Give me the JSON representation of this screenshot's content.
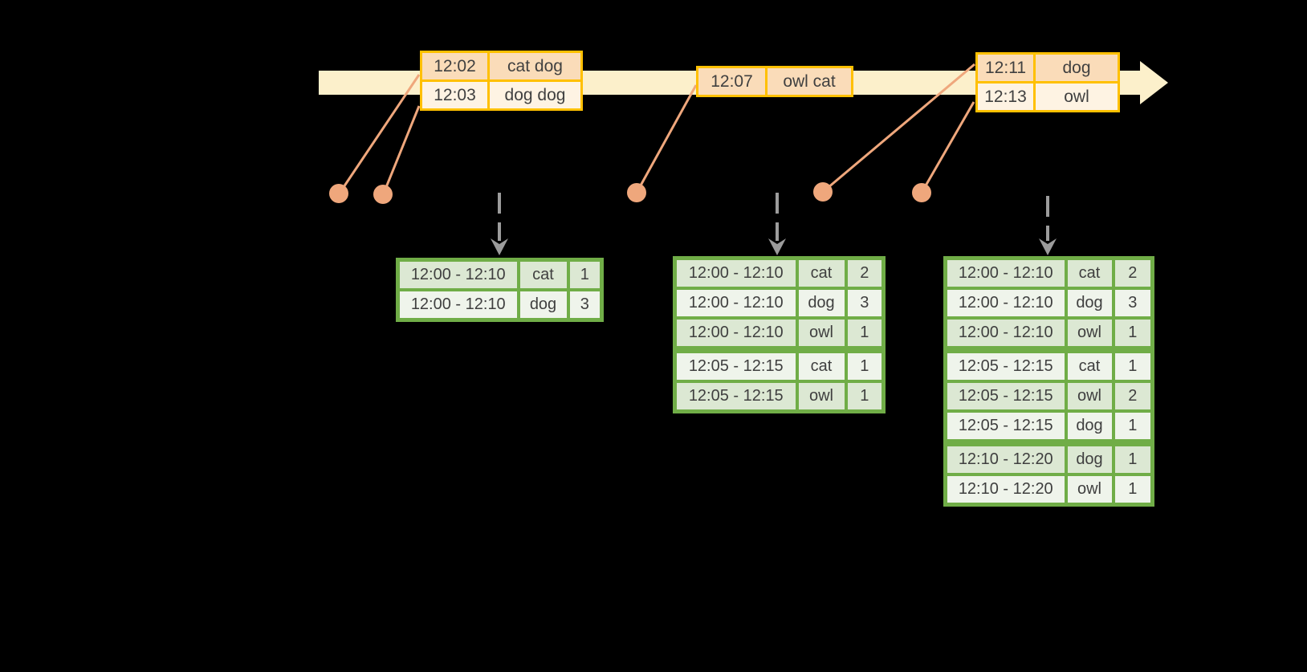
{
  "diagram_type": "streaming-windowed-word-count-timeline",
  "colors": {
    "background": "#000000",
    "timeline_band": "#FCF0CB",
    "event_table_border": "#FFC000",
    "event_row_dark": "#FADCB9",
    "event_row_light": "#FEF3E3",
    "connector_and_dots": "#EFA77C",
    "trigger_arrow_gray": "#9C9C9C",
    "result_table_border": "#70AD47",
    "result_row_dark": "#DCE8D3",
    "result_row_light": "#EFF4EB",
    "text": "#404040"
  },
  "event_tables": [
    {
      "rows": [
        {
          "time": "12:02",
          "words": "cat dog"
        },
        {
          "time": "12:03",
          "words": "dog dog"
        }
      ]
    },
    {
      "rows": [
        {
          "time": "12:07",
          "words": "owl cat"
        }
      ]
    },
    {
      "rows": [
        {
          "time": "12:11",
          "words": "dog"
        },
        {
          "time": "12:13",
          "words": "owl"
        }
      ]
    }
  ],
  "result_tables": [
    {
      "rows": [
        {
          "window": "12:00 - 12:10",
          "word": "cat",
          "count": "1"
        },
        {
          "window": "12:00 - 12:10",
          "word": "dog",
          "count": "3"
        }
      ]
    },
    {
      "rows": [
        {
          "window": "12:00 - 12:10",
          "word": "cat",
          "count": "2"
        },
        {
          "window": "12:00 - 12:10",
          "word": "dog",
          "count": "3"
        },
        {
          "window": "12:00 - 12:10",
          "word": "owl",
          "count": "1"
        },
        {
          "window": "12:05 - 12:15",
          "word": "cat",
          "count": "1"
        },
        {
          "window": "12:05 - 12:15",
          "word": "owl",
          "count": "1"
        }
      ]
    },
    {
      "rows": [
        {
          "window": "12:00 - 12:10",
          "word": "cat",
          "count": "2"
        },
        {
          "window": "12:00 - 12:10",
          "word": "dog",
          "count": "3"
        },
        {
          "window": "12:00 - 12:10",
          "word": "owl",
          "count": "1"
        },
        {
          "window": "12:05 - 12:15",
          "word": "cat",
          "count": "1"
        },
        {
          "window": "12:05 - 12:15",
          "word": "owl",
          "count": "2"
        },
        {
          "window": "12:05 - 12:15",
          "word": "dog",
          "count": "1"
        },
        {
          "window": "12:10 - 12:20",
          "word": "dog",
          "count": "1"
        },
        {
          "window": "12:10 - 12:20",
          "word": "owl",
          "count": "1"
        }
      ]
    }
  ]
}
